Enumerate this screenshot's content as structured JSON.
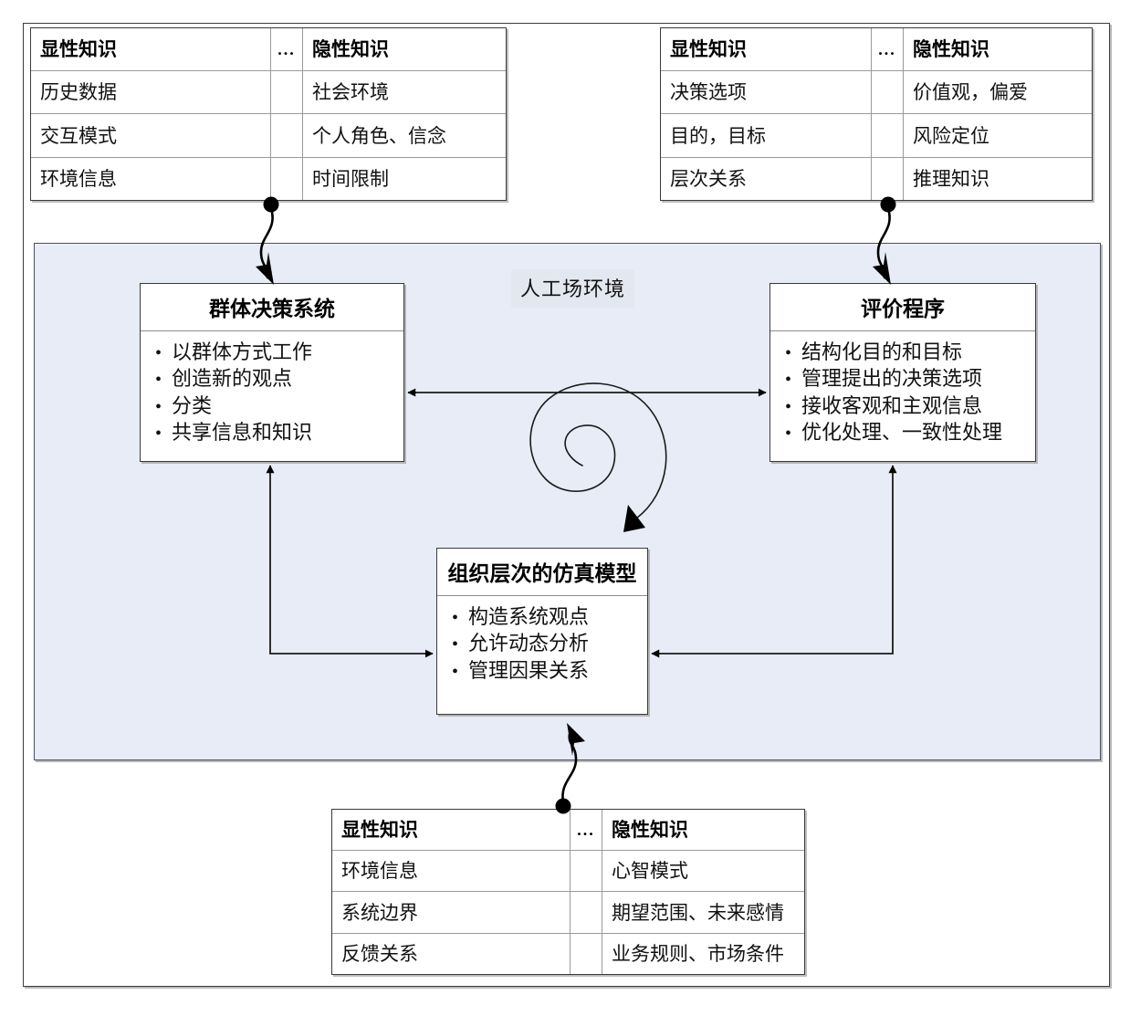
{
  "diagram": {
    "region_label": "人工场环境",
    "region_color": "#e7ecf6",
    "frame_color": "#3c3c3c",
    "table_headers": {
      "explicit": "显性知识",
      "ellipsis": "...",
      "tacit": "隐性知识"
    },
    "tables": {
      "top_left": {
        "headers": [
          "显性知识",
          "...",
          "隐性知识"
        ],
        "rows": [
          [
            "历史数据",
            "",
            "社会环境"
          ],
          [
            "交互模式",
            "",
            "个人角色、信念"
          ],
          [
            "环境信息",
            "",
            "时间限制"
          ]
        ]
      },
      "top_right": {
        "headers": [
          "显性知识",
          "...",
          "隐性知识"
        ],
        "rows": [
          [
            "决策选项",
            "",
            "价值观，偏爱"
          ],
          [
            "目的，目标",
            "",
            "风险定位"
          ],
          [
            "层次关系",
            "",
            "推理知识"
          ]
        ]
      },
      "bottom": {
        "headers": [
          "显性知识",
          "...",
          "隐性知识"
        ],
        "rows": [
          [
            "环境信息",
            "",
            "心智模式"
          ],
          [
            "系统边界",
            "",
            "期望范围、未来感情"
          ],
          [
            "反馈关系",
            "",
            "业务规则、市场条件"
          ]
        ]
      }
    },
    "boxes": {
      "gdss": {
        "title": "群体决策系统",
        "items": [
          "以群体方式工作",
          "创造新的观点",
          "分类",
          "共享信息和知识"
        ]
      },
      "evaluation": {
        "title": "评价程序",
        "items": [
          "结构化目的和目标",
          "管理提出的决策选项",
          "接收客观和主观信息",
          "优化处理、一致性处理"
        ]
      },
      "simulation": {
        "title": "组织层次的仿真模型",
        "items": [
          "构造系统观点",
          "允许动态分析",
          "管理因果关系"
        ]
      }
    },
    "connectors": [
      {
        "name": "gdss-eval-bidirectional",
        "type": "double-arrow-horizontal"
      },
      {
        "name": "gdss-sim-bidirectional",
        "type": "double-arrow-elbow-left"
      },
      {
        "name": "eval-sim-bidirectional",
        "type": "double-arrow-elbow-right"
      },
      {
        "name": "top-left-table-to-gdss",
        "type": "curved-callout"
      },
      {
        "name": "top-right-table-to-evaluation",
        "type": "curved-callout"
      },
      {
        "name": "bottom-table-to-simulation",
        "type": "curved-callout"
      },
      {
        "name": "center-spiral",
        "type": "spiral-arrow"
      }
    ]
  }
}
